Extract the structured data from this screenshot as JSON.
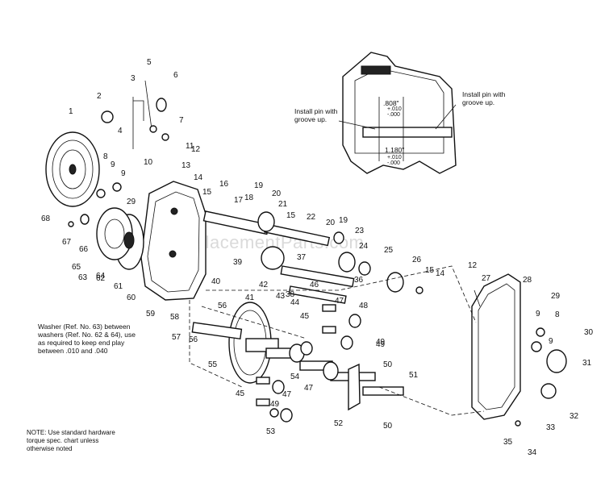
{
  "watermark": "eReplacementParts.com",
  "notes": {
    "washer": "Washer (Ref. No. 63) between\nwashers (Ref. No. 62 & 64), use\nas required to keep end play\nbetween .010 and .040",
    "hardware": "NOTE: Use standard hardware\ntorque spec. chart unless\notherwise noted"
  },
  "inset": {
    "left_label": "Install pin with\ngroove up.",
    "right_label": "Install pin with\ngroove up.",
    "dim_top": ".808\"",
    "dim_top_tol": "+.010\n-.000",
    "dim_bottom": "1.180\"",
    "dim_bottom_tol": "+.010\n-.000"
  },
  "callouts": [
    "1",
    "2",
    "3",
    "4",
    "5",
    "6",
    "7",
    "8",
    "9",
    "9",
    "10",
    "11",
    "12",
    "13",
    "14",
    "15",
    "16",
    "17",
    "18",
    "19",
    "20",
    "21",
    "15",
    "22",
    "20",
    "19",
    "23",
    "24",
    "25",
    "26",
    "15",
    "14",
    "12",
    "27",
    "28",
    "29",
    "8",
    "9",
    "9",
    "30",
    "31",
    "32",
    "33",
    "34",
    "35",
    "36",
    "37",
    "38",
    "39",
    "40",
    "41",
    "42",
    "43",
    "44",
    "45",
    "46",
    "47",
    "48",
    "49",
    "50",
    "51",
    "52",
    "53",
    "54",
    "55",
    "56",
    "57",
    "58",
    "59",
    "60",
    "61",
    "62",
    "63",
    "64",
    "65",
    "66",
    "67",
    "68",
    "56",
    "49",
    "47",
    "49",
    "50",
    "45",
    "47",
    "29"
  ]
}
